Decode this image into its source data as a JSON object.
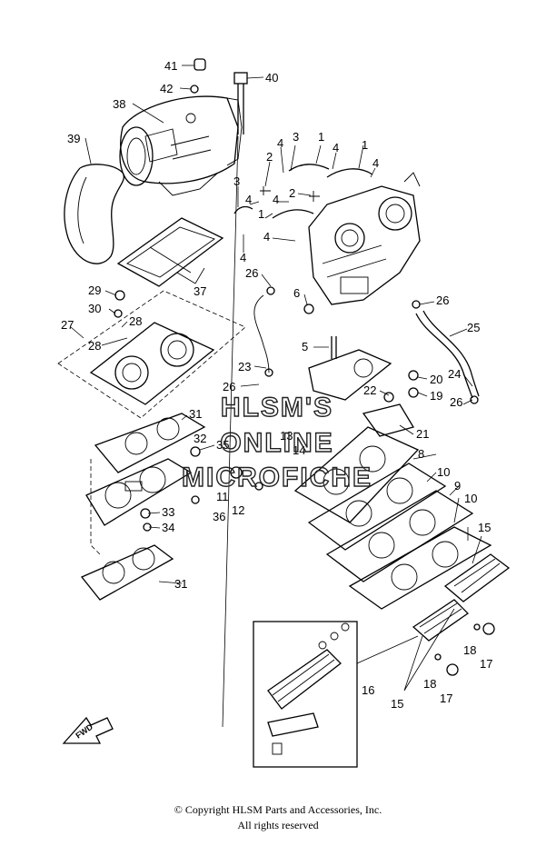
{
  "callouts": [
    {
      "text": "41"
    },
    {
      "text": "40"
    },
    {
      "text": "42"
    },
    {
      "text": "38"
    },
    {
      "text": "39"
    },
    {
      "text": "3"
    },
    {
      "text": "1"
    },
    {
      "text": "1"
    },
    {
      "text": "2"
    },
    {
      "text": "4"
    },
    {
      "text": "4"
    },
    {
      "text": "4"
    },
    {
      "text": "3"
    },
    {
      "text": "2"
    },
    {
      "text": "4"
    },
    {
      "text": "4"
    },
    {
      "text": "1"
    },
    {
      "text": "4"
    },
    {
      "text": "4"
    },
    {
      "text": "37"
    },
    {
      "text": "29"
    },
    {
      "text": "30"
    },
    {
      "text": "28"
    },
    {
      "text": "27"
    },
    {
      "text": "28"
    },
    {
      "text": "26"
    },
    {
      "text": "6"
    },
    {
      "text": "26"
    },
    {
      "text": "25"
    },
    {
      "text": "5"
    },
    {
      "text": "23"
    },
    {
      "text": "26"
    },
    {
      "text": "20"
    },
    {
      "text": "24"
    },
    {
      "text": "22"
    },
    {
      "text": "19"
    },
    {
      "text": "26"
    },
    {
      "text": "31"
    },
    {
      "text": "21"
    },
    {
      "text": "32"
    },
    {
      "text": "35"
    },
    {
      "text": "13"
    },
    {
      "text": "14"
    },
    {
      "text": "8"
    },
    {
      "text": "11"
    },
    {
      "text": "12"
    },
    {
      "text": "36"
    },
    {
      "text": "10"
    },
    {
      "text": "9"
    },
    {
      "text": "10"
    },
    {
      "text": "33"
    },
    {
      "text": "34"
    },
    {
      "text": "15"
    },
    {
      "text": "31"
    },
    {
      "text": "18"
    },
    {
      "text": "17"
    },
    {
      "text": "18"
    },
    {
      "text": "17"
    },
    {
      "text": "16"
    },
    {
      "text": "15"
    }
  ],
  "watermark": {
    "line1": "HLSM'S",
    "line2": "ONLINE",
    "line3": "MICROFICHE"
  },
  "fwd_label": "FWD",
  "copyright": {
    "line1": "© Copyright HLSM Parts and Accessories, Inc.",
    "line2": "All rights reserved"
  }
}
